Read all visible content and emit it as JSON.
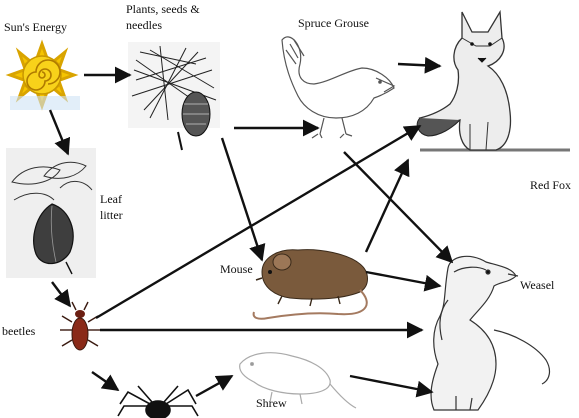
{
  "diagram": {
    "nodes": {
      "sun": {
        "label": "Sun's Energy"
      },
      "plants": {
        "label_line1": "Plants, seeds &",
        "label_line2": "needles"
      },
      "grouse": {
        "label": "Spruce Grouse"
      },
      "fox": {
        "label": "Red Fox"
      },
      "leaf": {
        "label_line1": "Leaf",
        "label_line2": "litter"
      },
      "mouse": {
        "label": "Mouse"
      },
      "weasel": {
        "label": "Weasel"
      },
      "beetles": {
        "label": "beetles"
      },
      "spider": {
        "label": ""
      },
      "shrew": {
        "label": "Shrew"
      }
    },
    "edges": [
      {
        "from": "sun",
        "to": "plants"
      },
      {
        "from": "sun",
        "to": "leaf"
      },
      {
        "from": "plants",
        "to": "grouse"
      },
      {
        "from": "plants",
        "to": "mouse"
      },
      {
        "from": "grouse",
        "to": "fox"
      },
      {
        "from": "grouse",
        "to": "weasel"
      },
      {
        "from": "leaf",
        "to": "beetles"
      },
      {
        "from": "beetles",
        "to": "fox"
      },
      {
        "from": "beetles",
        "to": "weasel"
      },
      {
        "from": "beetles",
        "to": "spider"
      },
      {
        "from": "spider",
        "to": "shrew"
      },
      {
        "from": "mouse",
        "to": "fox"
      },
      {
        "from": "mouse",
        "to": "weasel"
      },
      {
        "from": "shrew",
        "to": "weasel"
      }
    ]
  }
}
